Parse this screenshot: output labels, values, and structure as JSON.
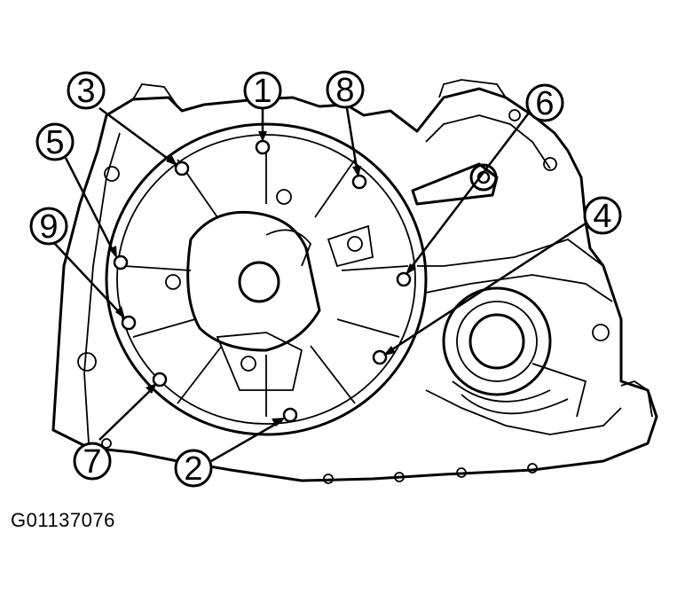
{
  "figure": {
    "code": "G01137076",
    "callouts": [
      {
        "id": "1",
        "label": "1"
      },
      {
        "id": "2",
        "label": "2"
      },
      {
        "id": "3",
        "label": "3"
      },
      {
        "id": "4",
        "label": "4"
      },
      {
        "id": "5",
        "label": "5"
      },
      {
        "id": "6",
        "label": "6"
      },
      {
        "id": "7",
        "label": "7"
      },
      {
        "id": "8",
        "label": "8"
      },
      {
        "id": "9",
        "label": "9"
      }
    ]
  },
  "colors": {
    "line": "#000000",
    "background": "#ffffff"
  }
}
